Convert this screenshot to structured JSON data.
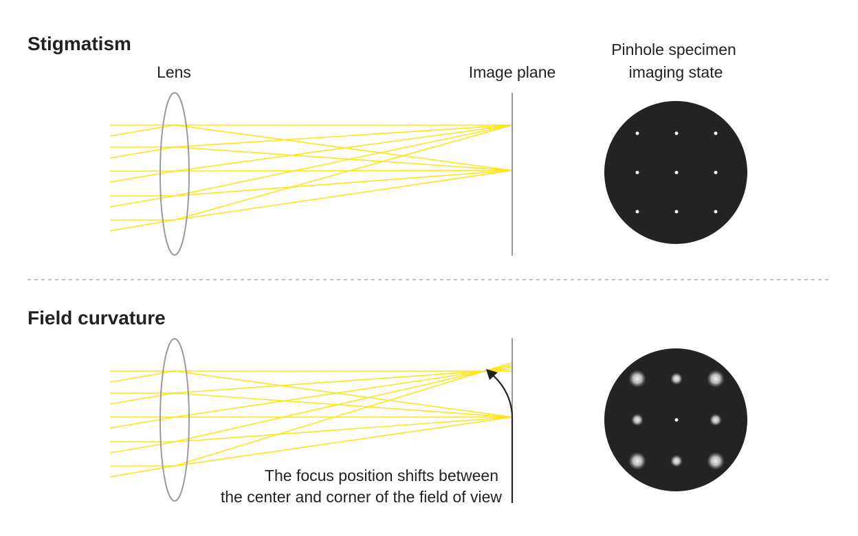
{
  "sections": [
    {
      "title": "Stigmatism"
    },
    {
      "title": "Field curvature"
    }
  ],
  "labels": {
    "lens": "Lens",
    "image_plane": "Image plane",
    "specimen_line1": "Pinhole specimen",
    "specimen_line2": "imaging state"
  },
  "annotation": {
    "line1": "The focus position shifts between",
    "line2": "the center and corner of the field of view"
  },
  "colors": {
    "ray": "#FFE41A",
    "lens": "#9A9A9A",
    "specimen": "#232323",
    "divider": "#AAAAAA"
  }
}
